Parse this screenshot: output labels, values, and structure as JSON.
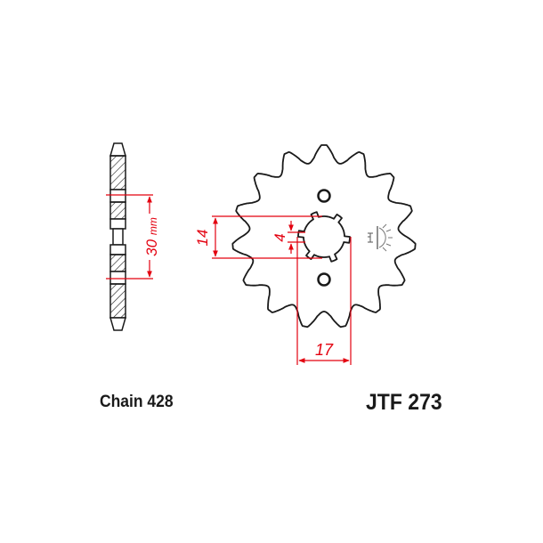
{
  "drawing": {
    "type": "sprocket technical drawing",
    "teeth": 15,
    "colors": {
      "outline": "#1a1a1a",
      "dimension": "#e3000f",
      "hatch": "#1a1a1a",
      "symbol": "#777777"
    }
  },
  "dimensions": {
    "side_width": "30",
    "side_width_unit": "mm",
    "spline_height": "14",
    "spline_tooth": "4",
    "spline_diameter": "17"
  },
  "labels": {
    "chain": "Chain 428",
    "part_number": "JTF 273"
  },
  "icons": {
    "direction_symbol": "rotation-direction-icon"
  }
}
